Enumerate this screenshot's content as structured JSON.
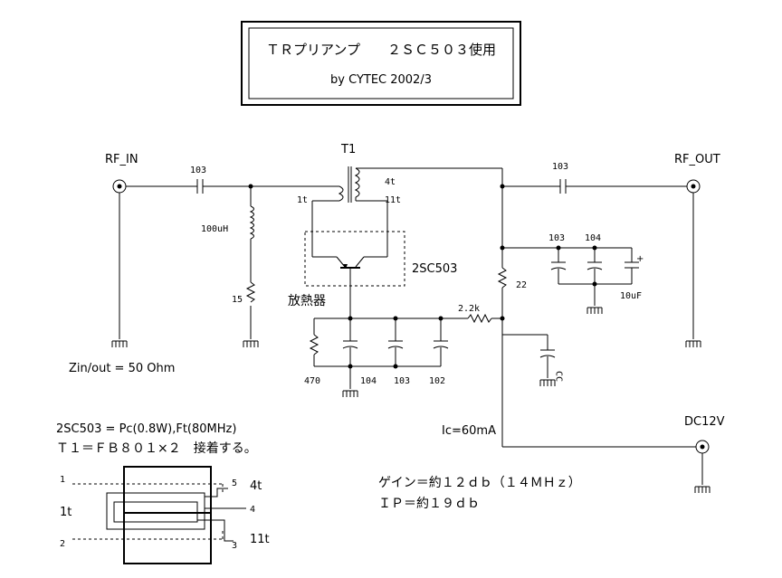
{
  "title": {
    "line1": "ＴＲプリアンプ　　２ＳＣ５０３使用",
    "line2": "by CYTEC 2002/3"
  },
  "labels": {
    "rf_in": "RF_IN",
    "rf_out": "RF_OUT",
    "dc12v": "DC12V",
    "t1": "T1",
    "t1_4t": "4t",
    "t1_1t": "1t",
    "t1_11t": "11t",
    "cap_in": "103",
    "cap_out": "103",
    "inductor": "100uH",
    "res_15": "15",
    "transistor": "2SC503",
    "heatsink": "放熱器",
    "res_470": "470",
    "cap_104a": "104",
    "cap_103a": "103",
    "cap_102": "102",
    "res_22k": "2.2k",
    "res_22": "22",
    "cap_103b": "103",
    "cap_104b": "104",
    "cap_10uf": "10uF",
    "cap_cc": "CC",
    "zin": "Zin/out = 50 Ohm",
    "spec1": "2SC503 = Pc(0.8W),Ft(80MHz)",
    "spec2": "Ｔ１＝ＦＢ８０１×２　接着する。",
    "ic": "Ic=60mA",
    "gain": "ゲイン＝約１２ｄｂ（１４ＭＨｚ）",
    "ip": "ＩＰ＝約１９ｄｂ",
    "pin1": "1",
    "pin2": "2",
    "pin3": "3",
    "pin4": "4",
    "pin5": "5",
    "left_1t": "1t",
    "right_4t": "4t",
    "right_11t": "11t"
  }
}
